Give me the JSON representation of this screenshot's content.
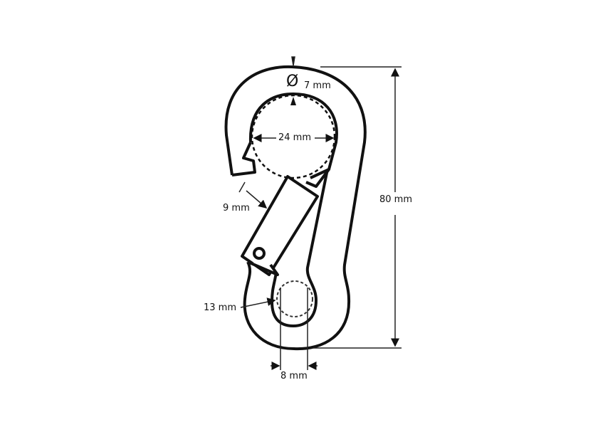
{
  "diagram": {
    "subject": "snap hook carabiner dimension drawing",
    "labels": {
      "wire_diameter_symbol": "Ø",
      "wire_diameter": "7 mm",
      "inner_opening": "24 mm",
      "gate_width": "9 mm",
      "eye_diameter": "13 mm",
      "eye_width": "8 mm",
      "total_length": "80 mm"
    },
    "colors": {
      "background": "#ffffff",
      "line": "#111111"
    }
  }
}
